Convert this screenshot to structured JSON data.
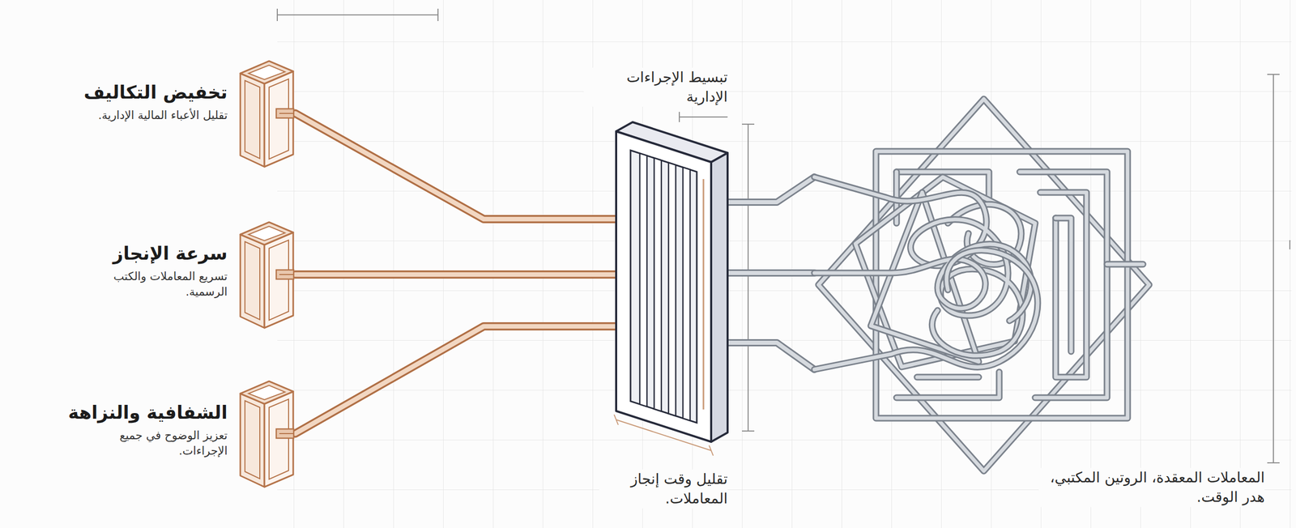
{
  "diagram": {
    "nodes": [
      {
        "text": [
          "المعاملات المعقدة، الروتين المكتبي، هدر الوقت."
        ]
      },
      {
        "text": [
          "تبسيط الإجراءات الإدارية",
          "تقليل وقت إنجاز المعاملات."
        ]
      },
      {
        "text": [
          "تخفيض التكاليف",
          "تقليل الأعباء المالية الإدارية."
        ]
      },
      {
        "text": [
          "سرعة الإنجاز",
          "تسريع المعاملات والكتب الرسمية."
        ]
      },
      {
        "text": [
          "الشفافية والنزاهة",
          "تعزيز الوضوح في جميع الإجراءات."
        ]
      }
    ],
    "edges": [
      {
        "from": 0,
        "to": 1,
        "arrow": "none"
      },
      {
        "from": 0,
        "to": 1,
        "arrow": "none"
      },
      {
        "from": 0,
        "to": 1,
        "arrow": "none"
      },
      {
        "from": 1,
        "to": 2,
        "arrow": "none"
      },
      {
        "from": 1,
        "to": 3,
        "arrow": "none"
      },
      {
        "from": 1,
        "to": 4,
        "arrow": "none"
      }
    ]
  }
}
